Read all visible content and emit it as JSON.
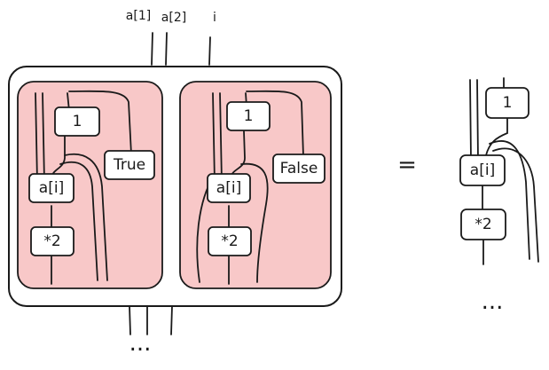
{
  "colors": {
    "panel": "#f8c8c8",
    "ink": "#1a1a1a",
    "frame_fill": "#ffffff"
  },
  "inputs": {
    "a1": "a[1]",
    "a2": "a[2]",
    "i": "i"
  },
  "left_panel": {
    "const": "1",
    "bool": "True",
    "index": "a[i]",
    "op": "*2"
  },
  "right_panel": {
    "const": "1",
    "bool": "False",
    "index": "a[i]",
    "op": "*2"
  },
  "equals": "=",
  "result": {
    "const": "1",
    "index": "a[i]",
    "op": "*2",
    "ellipsis": "..."
  },
  "bottom_ellipsis": "..."
}
